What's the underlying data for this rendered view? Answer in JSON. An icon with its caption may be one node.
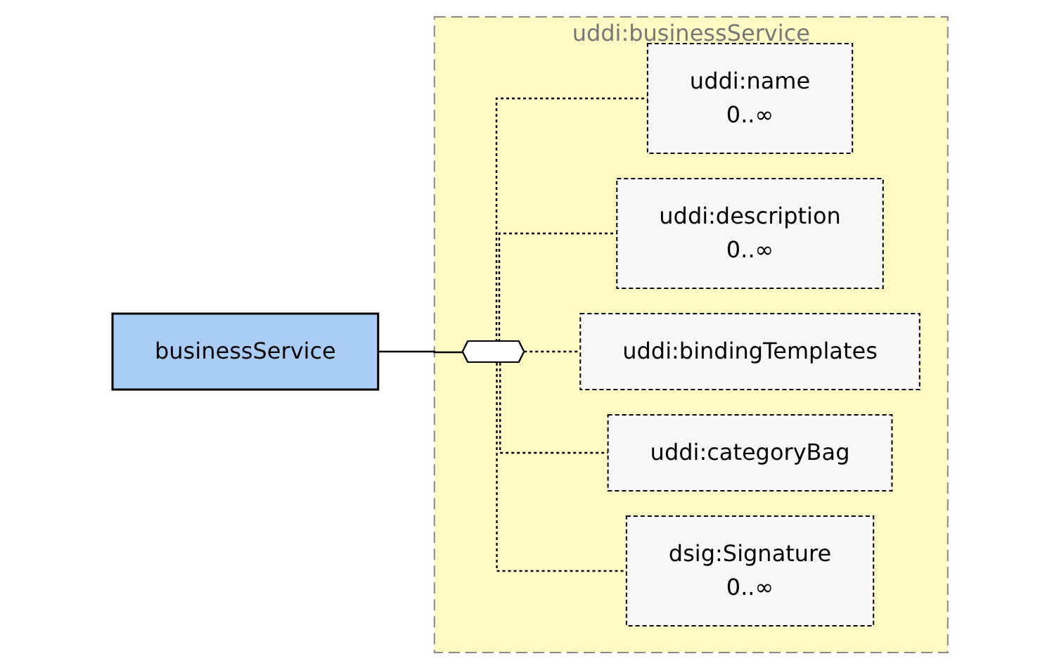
{
  "diagram": {
    "nodes": [
      {
        "text": [
          "businessService"
        ]
      },
      {
        "text": [
          "uddi:businessService"
        ]
      },
      {
        "text": [],
        "shape": "octagon",
        "in": 1
      },
      {
        "text": [
          "uddi:name",
          "0..∞"
        ],
        "in": 1
      },
      {
        "text": [
          "uddi:description",
          "0..∞"
        ],
        "in": 1
      },
      {
        "text": [
          "uddi:bindingTemplates"
        ],
        "in": 1
      },
      {
        "text": [
          "uddi:categoryBag"
        ],
        "in": 1
      },
      {
        "text": [
          "dsig:Signature",
          "0..∞"
        ],
        "in": 1
      }
    ],
    "edges": [
      {
        "from": 0,
        "to": 2,
        "arrow": "none"
      },
      {
        "from": 2,
        "to": 3,
        "arrow": "none",
        "style": "dashed"
      },
      {
        "from": 2,
        "to": 4,
        "arrow": "none",
        "style": "dashed"
      },
      {
        "from": 2,
        "to": 5,
        "arrow": "none",
        "style": "dashed"
      },
      {
        "from": 2,
        "to": 6,
        "arrow": "none",
        "style": "dashed"
      },
      {
        "from": 2,
        "to": 7,
        "arrow": "none",
        "style": "dashed"
      }
    ]
  }
}
